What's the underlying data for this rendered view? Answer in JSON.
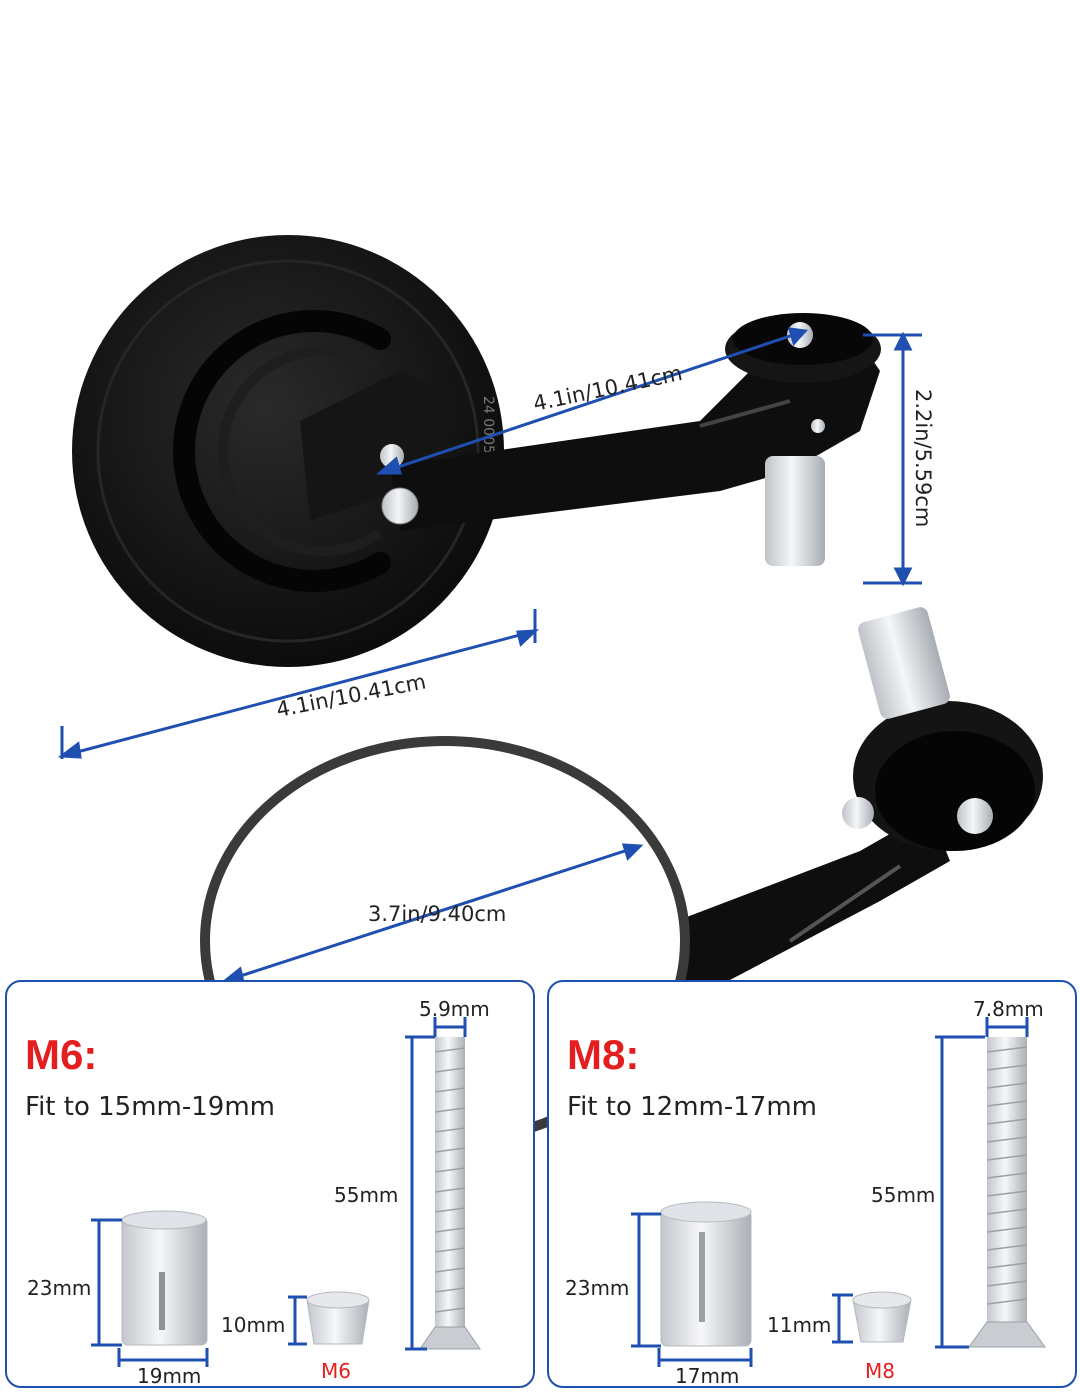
{
  "top_diagram": {
    "arm_length_label": "4.1in/10.41cm",
    "mirror_width_label": "4.1in/10.41cm",
    "height_label": "2.2in/5.59cm",
    "glass_diameter_label": "3.7in/9.40cm",
    "mirror_back_code": "24 00059"
  },
  "panels": [
    {
      "title": "M6:",
      "subtitle": "Fit to 15mm-19mm",
      "bolt_width": "5.9mm",
      "bolt_length": "55mm",
      "sleeve_height": "23mm",
      "sleeve_width": "19mm",
      "cone_height": "10mm",
      "cone_label": "M6"
    },
    {
      "title": "M8:",
      "subtitle": "Fit to 12mm-17mm",
      "bolt_width": "7.8mm",
      "bolt_length": "55mm",
      "sleeve_height": "23mm",
      "sleeve_width": "17mm",
      "cone_height": "11mm",
      "cone_label": "M8"
    }
  ],
  "colors": {
    "dimension_line": "#1f4fb0",
    "accent_red": "#e41e1e",
    "mirror_black": "#111111"
  }
}
